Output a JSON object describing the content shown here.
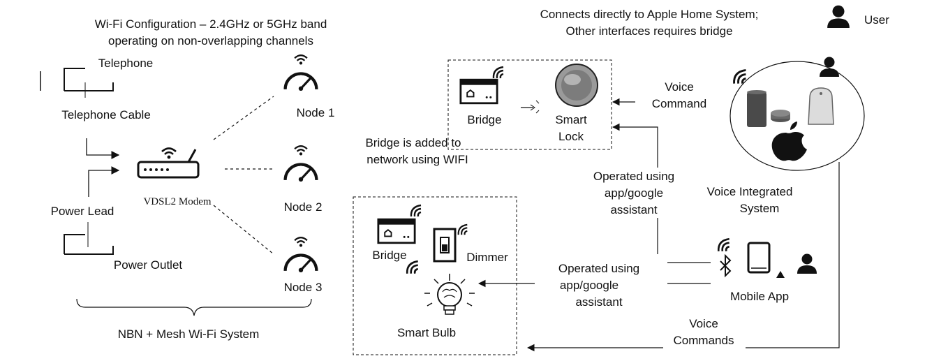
{
  "wifi_config": {
    "line1": "Wi-Fi Configuration – 2.4GHz or 5GHz band",
    "line2": "operating on non-overlapping channels"
  },
  "apple": {
    "line1": "Connects directly to Apple Home System;",
    "line2": "Other interfaces requires bridge"
  },
  "legend": {
    "user": "User"
  },
  "left": {
    "telephone": "Telephone",
    "telephone_cable": "Telephone Cable",
    "modem": "VDSL2 Modem",
    "power_lead": "Power Lead",
    "power_outlet": "Power Outlet",
    "system": "NBN + Mesh Wi-Fi System"
  },
  "nodes": {
    "node1": "Node 1",
    "node2": "Node 2",
    "node3": "Node 3"
  },
  "lock_box": {
    "bridge": "Bridge",
    "smart1": "Smart",
    "smart2": "Lock"
  },
  "bridge_note": {
    "line1": "Bridge is added to",
    "line2": "network using WIFI"
  },
  "voice_cmd": {
    "line1": "Voice",
    "line2": "Command"
  },
  "operated_top": {
    "line1": "Operated using",
    "line2": "app/google",
    "line3": "assistant"
  },
  "voice_system": {
    "line1": "Voice Integrated",
    "line2": "System"
  },
  "bulb_box": {
    "bridge": "Bridge",
    "dimmer": "Dimmer",
    "bulb": "Smart Bulb"
  },
  "operated_bottom": {
    "line1": "Operated using",
    "line2": "app/google",
    "line3": "assistant"
  },
  "mobile_app": "Mobile App",
  "voice_cmds": {
    "line1": "Voice",
    "line2": "Commands"
  }
}
